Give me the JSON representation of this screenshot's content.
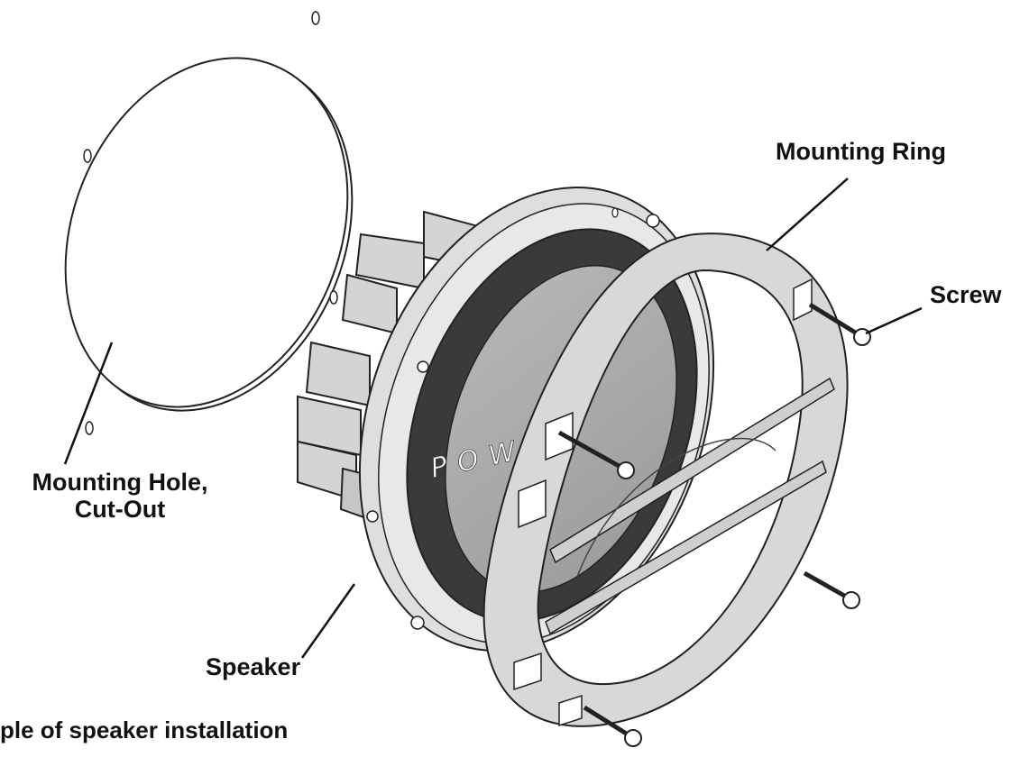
{
  "labels": {
    "mounting_ring": "Mounting Ring",
    "screw": "Screw",
    "mounting_hole_line1": "Mounting Hole,",
    "mounting_hole_line2": "Cut-Out",
    "speaker": "Speaker"
  },
  "caption": "ple of speaker installation",
  "speaker_brand_text": "POW"
}
